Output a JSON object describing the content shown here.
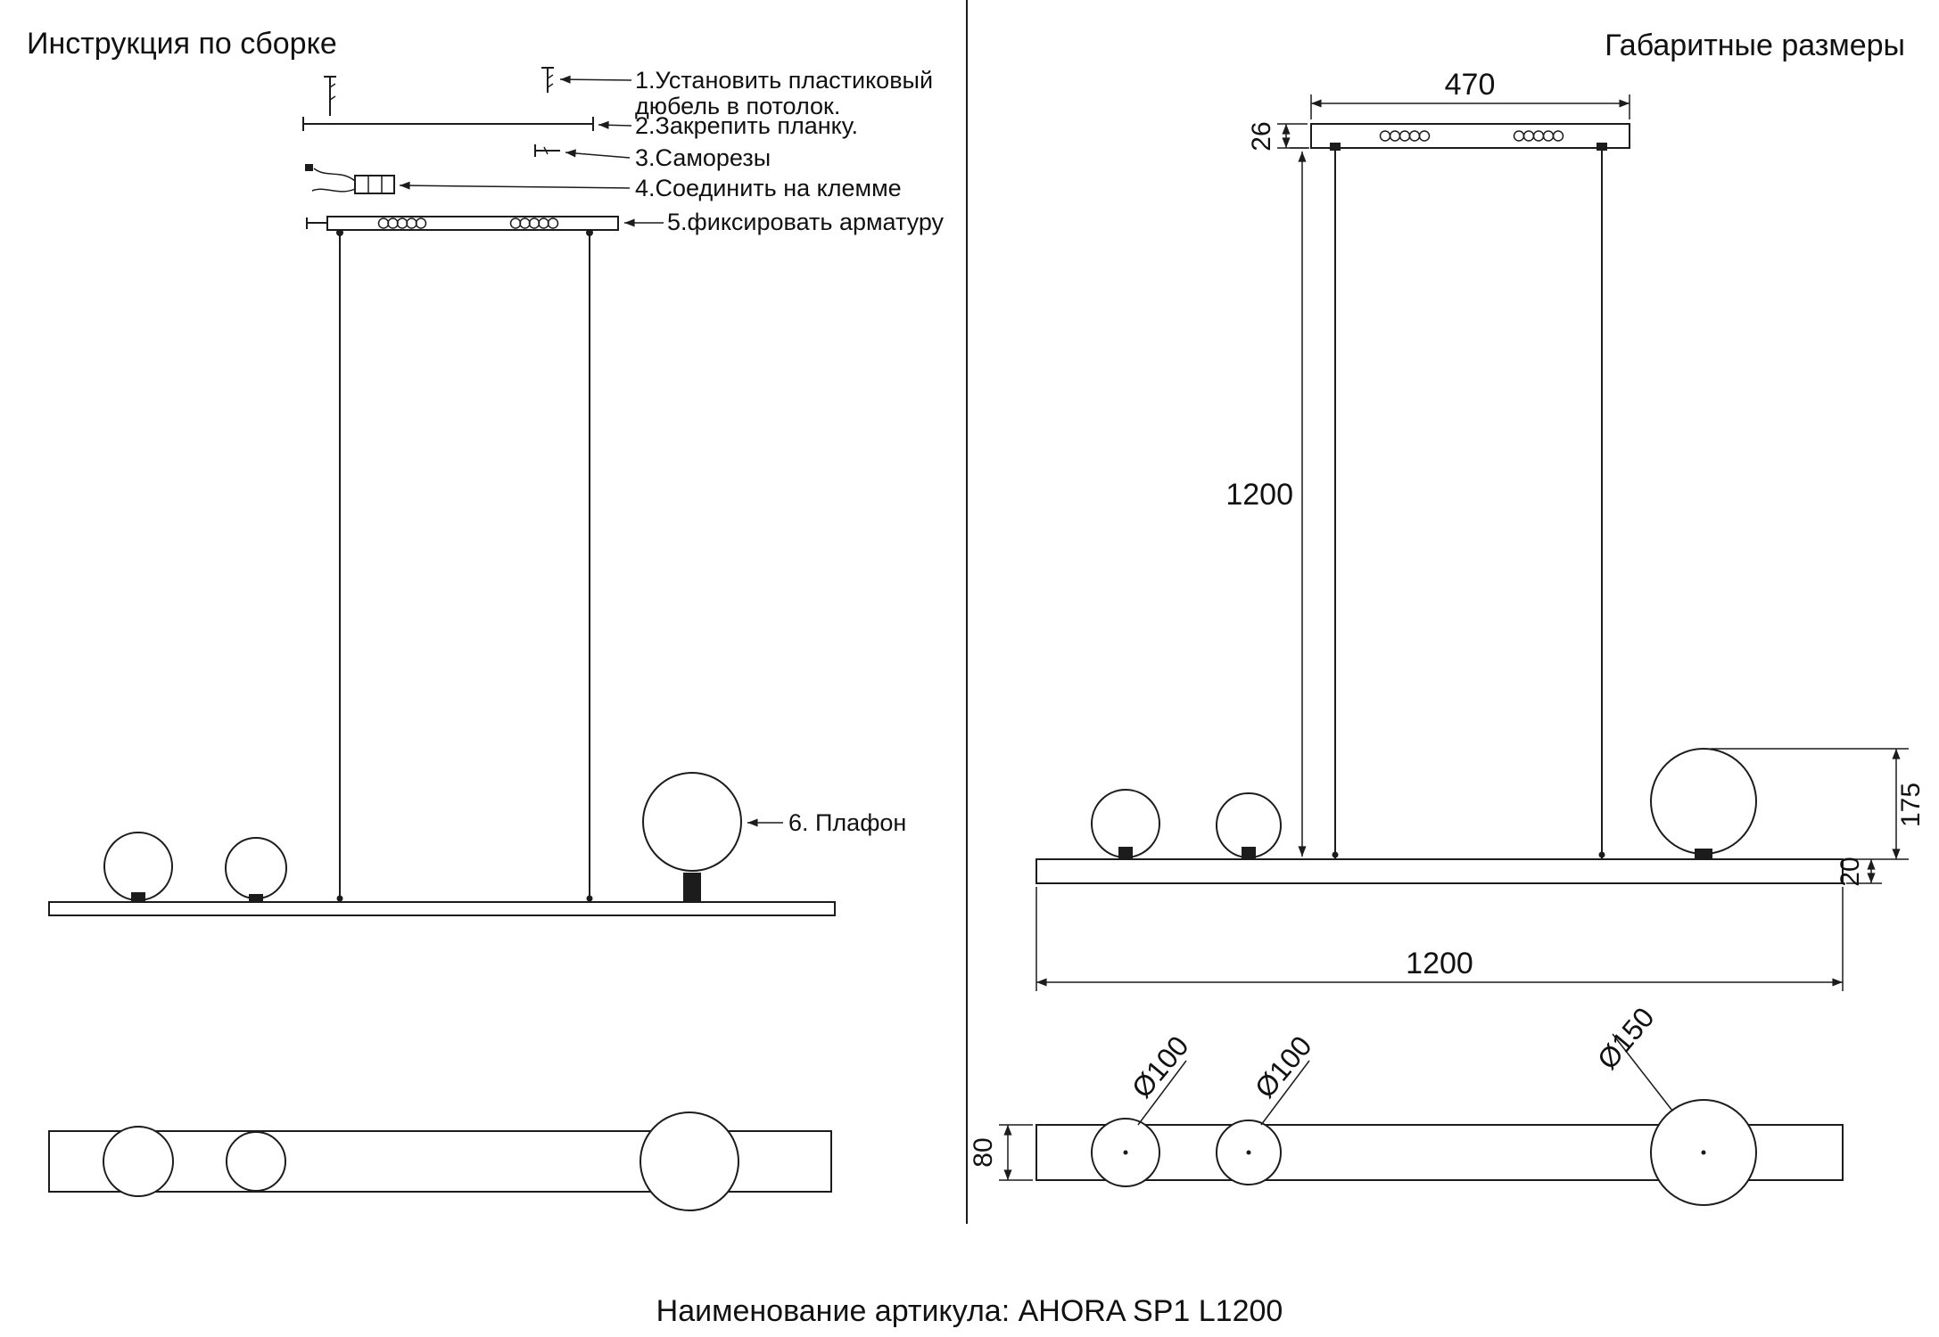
{
  "page": {
    "left_title": "Инструкция по сборке",
    "right_title": "Габаритные размеры",
    "footer": "Наименование артикула: AHORA SP1 L1200"
  },
  "steps": {
    "s1a": "1.Установить пластиковый",
    "s1b": "дюбель в потолок.",
    "s2": "2.Закрепить планку.",
    "s3": "3.Саморезы",
    "s4": "4.Соединить на клемме",
    "s5": "5.фиксировать арматуру",
    "s6": "6. Плафон"
  },
  "dims": {
    "top_bar_length": "470",
    "top_bar_height": "26",
    "suspension_height": "1200",
    "shade_height": "175",
    "rod_thickness": "20",
    "rod_length": "1200",
    "shade_small_1": "Ø100",
    "shade_small_2": "Ø100",
    "shade_large": "Ø150",
    "side_view_height": "80"
  }
}
